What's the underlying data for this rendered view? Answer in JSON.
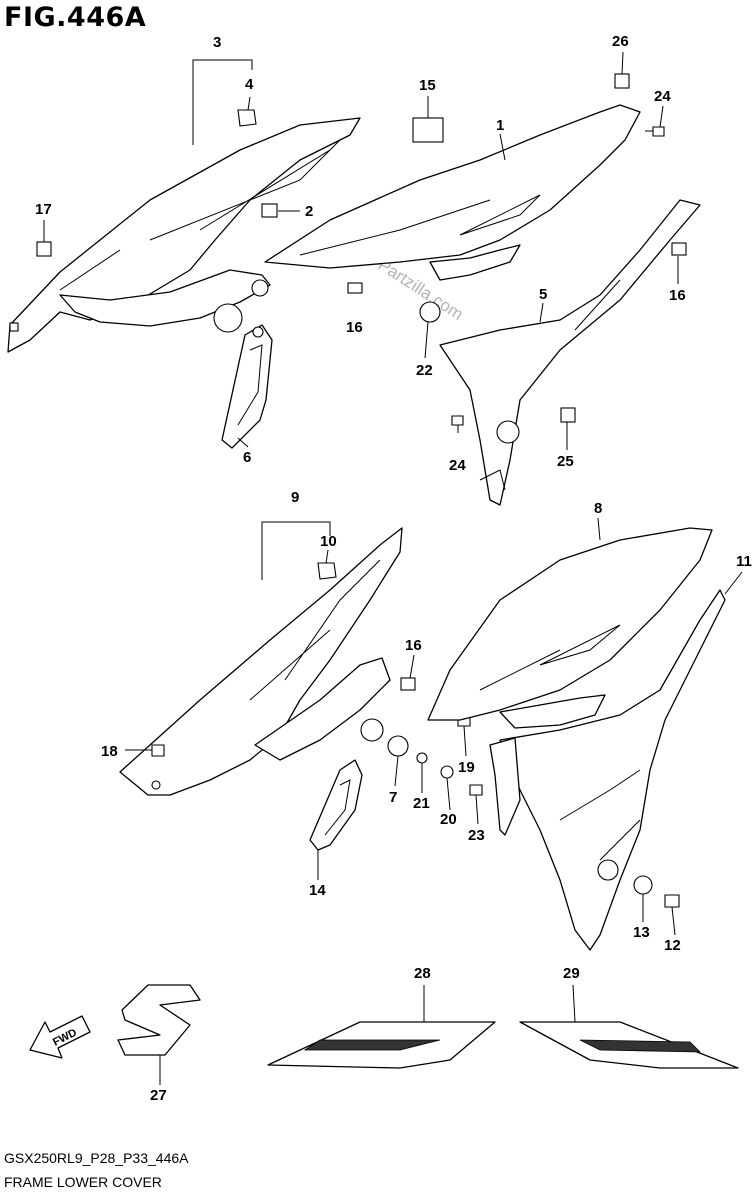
{
  "figure": {
    "title": "FIG.446A",
    "model_code": "GSX250RL9_P28_P33_446A",
    "section_name": "FRAME LOWER COVER",
    "watermark": "Partzilla.com",
    "fwd_label": "FWD"
  },
  "callouts": [
    {
      "id": "c3",
      "label": "3"
    },
    {
      "id": "c4",
      "label": "4"
    },
    {
      "id": "c26",
      "label": "26"
    },
    {
      "id": "c15",
      "label": "15"
    },
    {
      "id": "c24a",
      "label": "24"
    },
    {
      "id": "c1",
      "label": "1"
    },
    {
      "id": "c17",
      "label": "17"
    },
    {
      "id": "c2",
      "label": "2"
    },
    {
      "id": "c16a",
      "label": "16"
    },
    {
      "id": "c5",
      "label": "5"
    },
    {
      "id": "c16b",
      "label": "16"
    },
    {
      "id": "c22",
      "label": "22"
    },
    {
      "id": "c6",
      "label": "6"
    },
    {
      "id": "c24b",
      "label": "24"
    },
    {
      "id": "c25",
      "label": "25"
    },
    {
      "id": "c9",
      "label": "9"
    },
    {
      "id": "c8",
      "label": "8"
    },
    {
      "id": "c10",
      "label": "10"
    },
    {
      "id": "c11",
      "label": "11"
    },
    {
      "id": "c16c",
      "label": "16"
    },
    {
      "id": "c18",
      "label": "18"
    },
    {
      "id": "c19",
      "label": "19"
    },
    {
      "id": "c7",
      "label": "7"
    },
    {
      "id": "c21",
      "label": "21"
    },
    {
      "id": "c20",
      "label": "20"
    },
    {
      "id": "c23",
      "label": "23"
    },
    {
      "id": "c14",
      "label": "14"
    },
    {
      "id": "c13",
      "label": "13"
    },
    {
      "id": "c12",
      "label": "12"
    },
    {
      "id": "c28",
      "label": "28"
    },
    {
      "id": "c29",
      "label": "29"
    },
    {
      "id": "c27",
      "label": "27"
    }
  ]
}
